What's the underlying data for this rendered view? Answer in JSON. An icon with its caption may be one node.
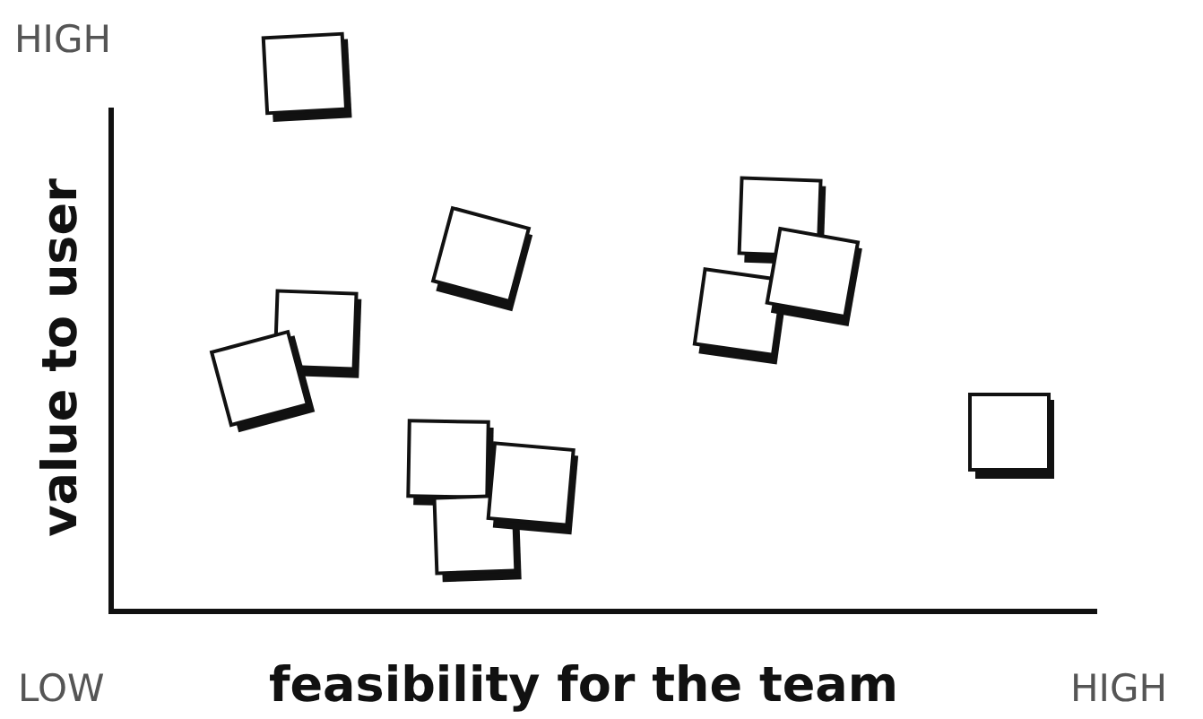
{
  "diagram": {
    "labels": [
      "HIGH",
      "value to user",
      "LOW",
      "feasibility for the team",
      "HIGH"
    ]
  }
}
